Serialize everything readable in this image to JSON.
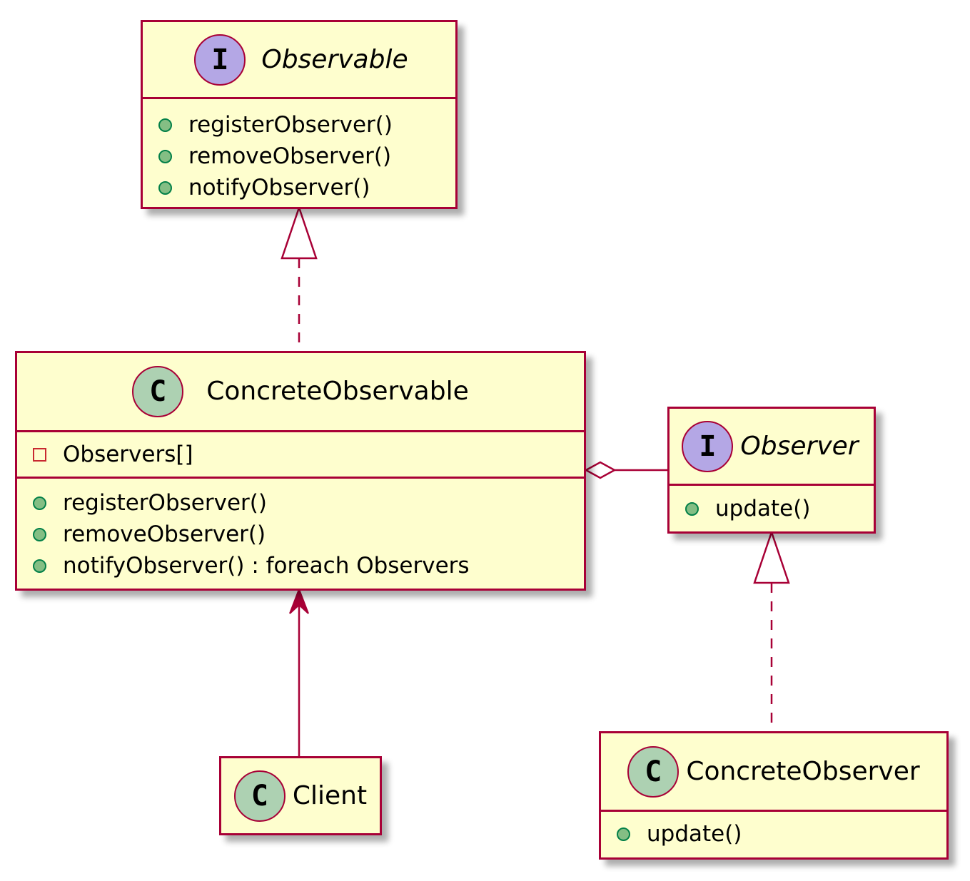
{
  "colors": {
    "background": "#FEFECE",
    "border": "#A80036",
    "interface_badge": "#B4A7E5",
    "class_badge": "#ADD1B2",
    "public_marker": "#84BE84",
    "private_marker": "#C82930"
  },
  "classes": {
    "observable": {
      "stereotype": "I",
      "name": "Observable",
      "methods": [
        {
          "visibility": "+",
          "text": "registerObserver()"
        },
        {
          "visibility": "+",
          "text": "removeObserver()"
        },
        {
          "visibility": "+",
          "text": "notifyObserver()"
        }
      ]
    },
    "concrete_observable": {
      "stereotype": "C",
      "name": "ConcreteObservable",
      "fields": [
        {
          "visibility": "-",
          "text": "Observers[]"
        }
      ],
      "methods": [
        {
          "visibility": "+",
          "text": "registerObserver()"
        },
        {
          "visibility": "+",
          "text": "removeObserver()"
        },
        {
          "visibility": "+",
          "text": "notifyObserver() : foreach Observers"
        }
      ]
    },
    "observer": {
      "stereotype": "I",
      "name": "Observer",
      "methods": [
        {
          "visibility": "+",
          "text": "update()"
        }
      ]
    },
    "client": {
      "stereotype": "C",
      "name": "Client"
    },
    "concrete_observer": {
      "stereotype": "C",
      "name": "ConcreteObserver",
      "methods": [
        {
          "visibility": "+",
          "text": "update()"
        }
      ]
    }
  },
  "relations": [
    {
      "from": "concrete_observable",
      "to": "observable",
      "type": "realization"
    },
    {
      "from": "concrete_observer",
      "to": "observer",
      "type": "realization"
    },
    {
      "from": "concrete_observable",
      "to": "observer",
      "type": "aggregation"
    },
    {
      "from": "client",
      "to": "concrete_observable",
      "type": "association"
    }
  ]
}
